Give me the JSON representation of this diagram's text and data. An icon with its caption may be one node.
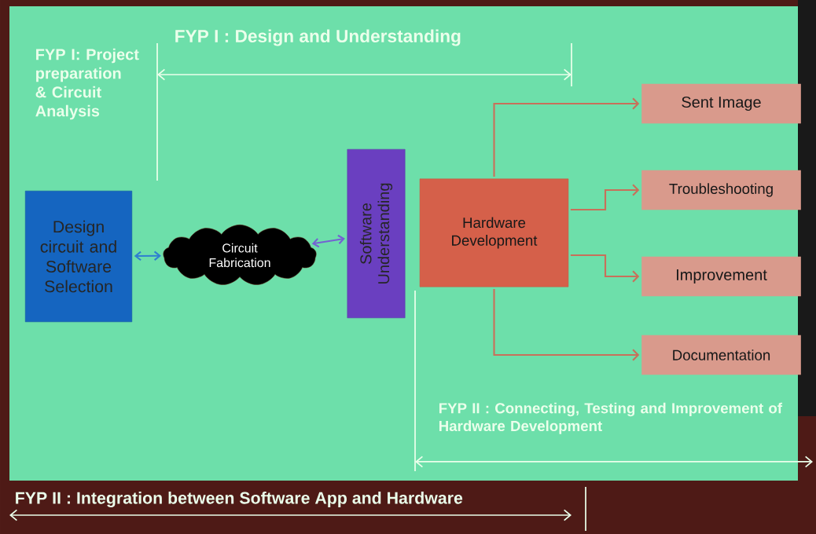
{
  "diagram": {
    "nodes": [
      {
        "text": [
          "Design circuit and Software Selection"
        ]
      },
      {
        "text": [
          "Circuit Fabrication"
        ]
      },
      {
        "text": [
          "Software Understanding"
        ]
      },
      {
        "text": [
          "Hardware Development"
        ]
      },
      {
        "text": [
          "Sent Image"
        ]
      },
      {
        "text": [
          "Troubleshooting"
        ]
      },
      {
        "text": [
          "Improvement"
        ]
      },
      {
        "text": [
          "Documentation"
        ]
      }
    ],
    "edges": [
      {
        "from": 0,
        "to": 1,
        "arrow": "both",
        "color": "#2f7fd0"
      },
      {
        "from": 1,
        "to": 2,
        "arrow": "both",
        "color": "#7462d2"
      },
      {
        "from": 3,
        "to": 4,
        "arrow": "to"
      },
      {
        "from": 3,
        "to": 5,
        "arrow": "to"
      },
      {
        "from": 3,
        "to": 6,
        "arrow": "to"
      },
      {
        "from": 3,
        "to": 7,
        "arrow": "to"
      }
    ],
    "labels": [
      "FYP I: Project preparation & Circuit Analysis",
      "FYP I : Design and Understanding",
      "FYP II : Connecting, Testing and Improvement of Hardware Development",
      "FYP II : Integration between Software App and Hardware"
    ]
  }
}
